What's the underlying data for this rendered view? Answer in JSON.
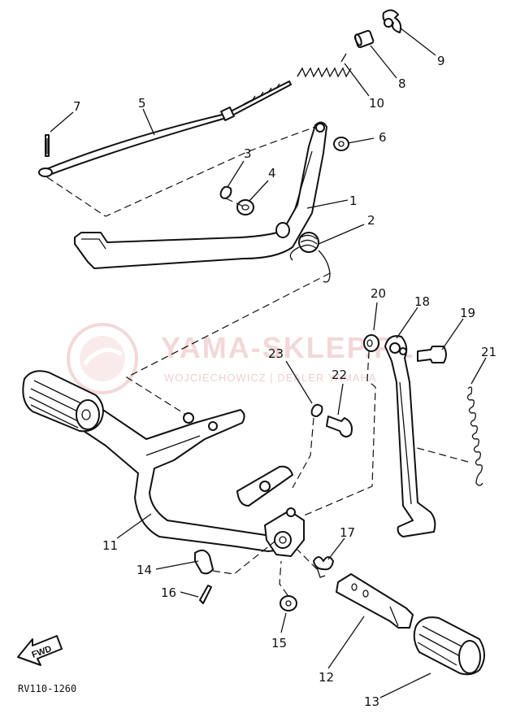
{
  "callouts": [
    {
      "id": "1",
      "text": "1"
    },
    {
      "id": "2",
      "text": "2"
    },
    {
      "id": "3",
      "text": "3"
    },
    {
      "id": "4",
      "text": "4"
    },
    {
      "id": "5",
      "text": "5"
    },
    {
      "id": "6",
      "text": "6"
    },
    {
      "id": "7",
      "text": "7"
    },
    {
      "id": "8",
      "text": "8"
    },
    {
      "id": "9",
      "text": "9"
    },
    {
      "id": "10",
      "text": "10"
    },
    {
      "id": "11",
      "text": "11"
    },
    {
      "id": "12",
      "text": "12"
    },
    {
      "id": "13",
      "text": "13"
    },
    {
      "id": "14",
      "text": "14"
    },
    {
      "id": "15",
      "text": "15"
    },
    {
      "id": "16",
      "text": "16"
    },
    {
      "id": "17",
      "text": "17"
    },
    {
      "id": "18",
      "text": "18"
    },
    {
      "id": "19",
      "text": "19"
    },
    {
      "id": "20",
      "text": "20"
    },
    {
      "id": "21",
      "text": "21"
    },
    {
      "id": "22",
      "text": "22"
    },
    {
      "id": "23",
      "text": "23"
    }
  ],
  "diagram_code": "RV110-1260",
  "fwd_label": "FWD",
  "watermark": {
    "brand": "YAMA-SKLEP.PL",
    "subtitle": "WOJCIECHOWICZ | DEALER YAMAHA"
  },
  "colors": {
    "line": "#111111",
    "watermark": "#e6a9a9",
    "background": "#ffffff"
  }
}
